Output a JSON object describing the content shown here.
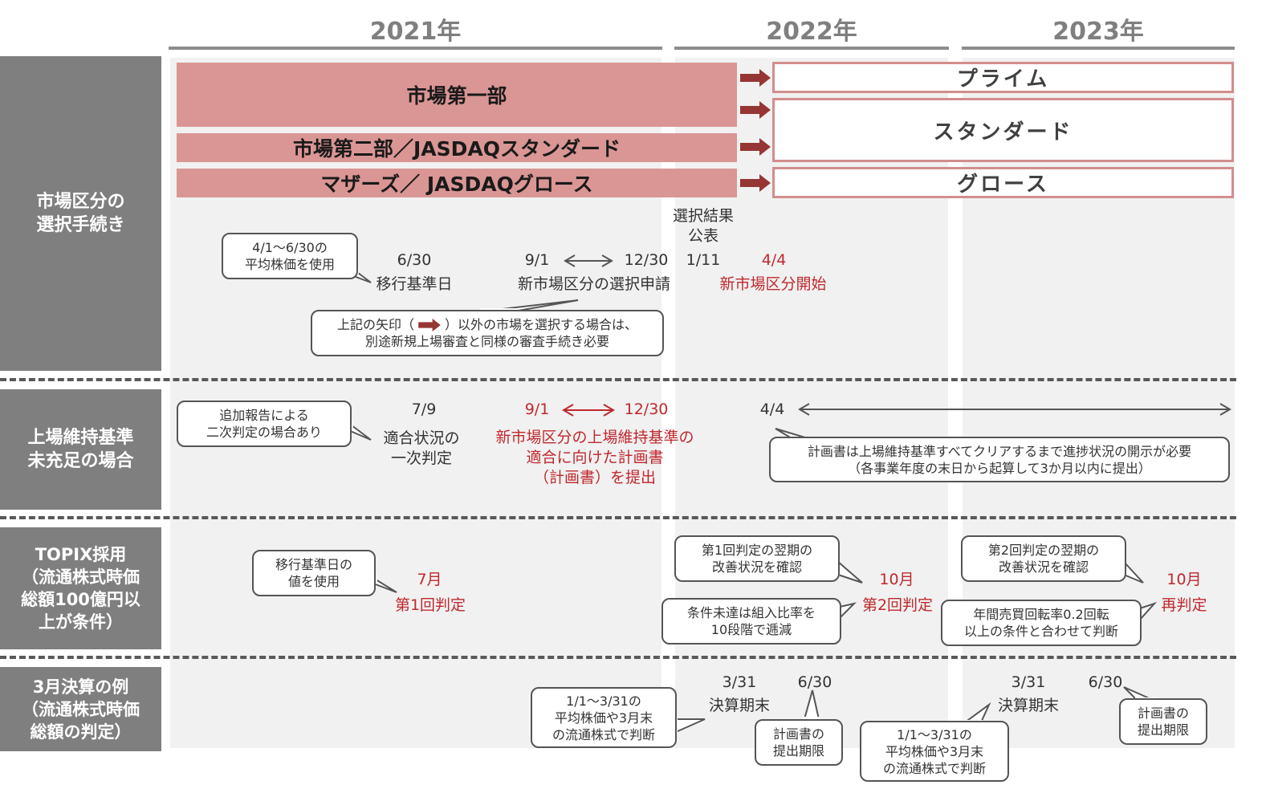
{
  "years": [
    "2021年",
    "2022年",
    "2023年"
  ],
  "sections": {
    "s1": "市場区分の\n選択手続き",
    "s2": "上場維持基準\n未充足の場合",
    "s3": "TOPIX採用\n（流通株式時価\n総額100億円以\n上が条件）",
    "s4": "3月決算の例\n（流通株式時価\n総額の判定）"
  },
  "old_markets": [
    "市場第一部",
    "市場第二部／JASDAQスタンダード",
    "マザーズ／ JASDAQグロース"
  ],
  "new_markets": [
    "プライム",
    "スタンダード",
    "グロース"
  ],
  "colors": {
    "old_market": "#da9694",
    "new_border": "#d28e8c",
    "arrow": "#963634",
    "highlight": "#c0282d",
    "sidebar": "#7f7f7f"
  },
  "selection": {
    "callout_avg": "4/1～6/30の\n平均株価を使用",
    "d_630": "6/30",
    "l_630": "移行基準日",
    "d_91": "9/1",
    "d_1230": "12/30",
    "l_apply": "新市場区分の選択申請",
    "announce": "選択結果\n公表",
    "d_111": "1/11",
    "d_44": "4/4",
    "l_start": "新市場区分開始",
    "callout_other_pre": "上記の矢印（",
    "callout_other_post": "）以外の市場を選択する場合は、",
    "callout_other_2": "別途新規上場審査と同様の審査手続き必要"
  },
  "maintain": {
    "callout_extra": "追加報告による\n二次判定の場合あり",
    "d_79": "7/9",
    "l_79": "適合状況の\n一次判定",
    "d_91": "9/1",
    "d_1230": "12/30",
    "l_plan": "新市場区分の上場維持基準の\n適合に向けた計画書\n（計画書）を提出",
    "d_44": "4/4",
    "callout_plan": "計画書は上場維持基準すべてクリアするまで進捗状況の開示が必要\n（各事業年度の末日から起算して3か月以内に提出）"
  },
  "topix": {
    "callout_base": "移行基準日の\n値を使用",
    "m1": "7月",
    "j1": "第1回判定",
    "callout_check1": "第1回判定の翌期の\n改善状況を確認",
    "callout_cond": "条件未達は組入比率を\n10段階で逓減",
    "m2": "10月",
    "j2": "第2回判定",
    "callout_check2": "第2回判定の翌期の\n改善状況を確認",
    "callout_turnover": "年間売買回転率0.2回転\n以上の条件と合わせて判断",
    "m3": "10月",
    "j3": "再判定"
  },
  "march": {
    "callout_a": "1/1～3/31の\n平均株価や3月末\nの流通株式で判断",
    "d_331a": "3/31",
    "l_331a": "決算期末",
    "d_630a": "6/30",
    "callout_deadline_a": "計画書の\n提出期限",
    "callout_b": "1/1～3/31の\n平均株価や3月末\nの流通株式で判断",
    "d_331b": "3/31",
    "l_331b": "決算期末",
    "d_630b": "6/30",
    "callout_deadline_b": "計画書の\n提出期限"
  }
}
